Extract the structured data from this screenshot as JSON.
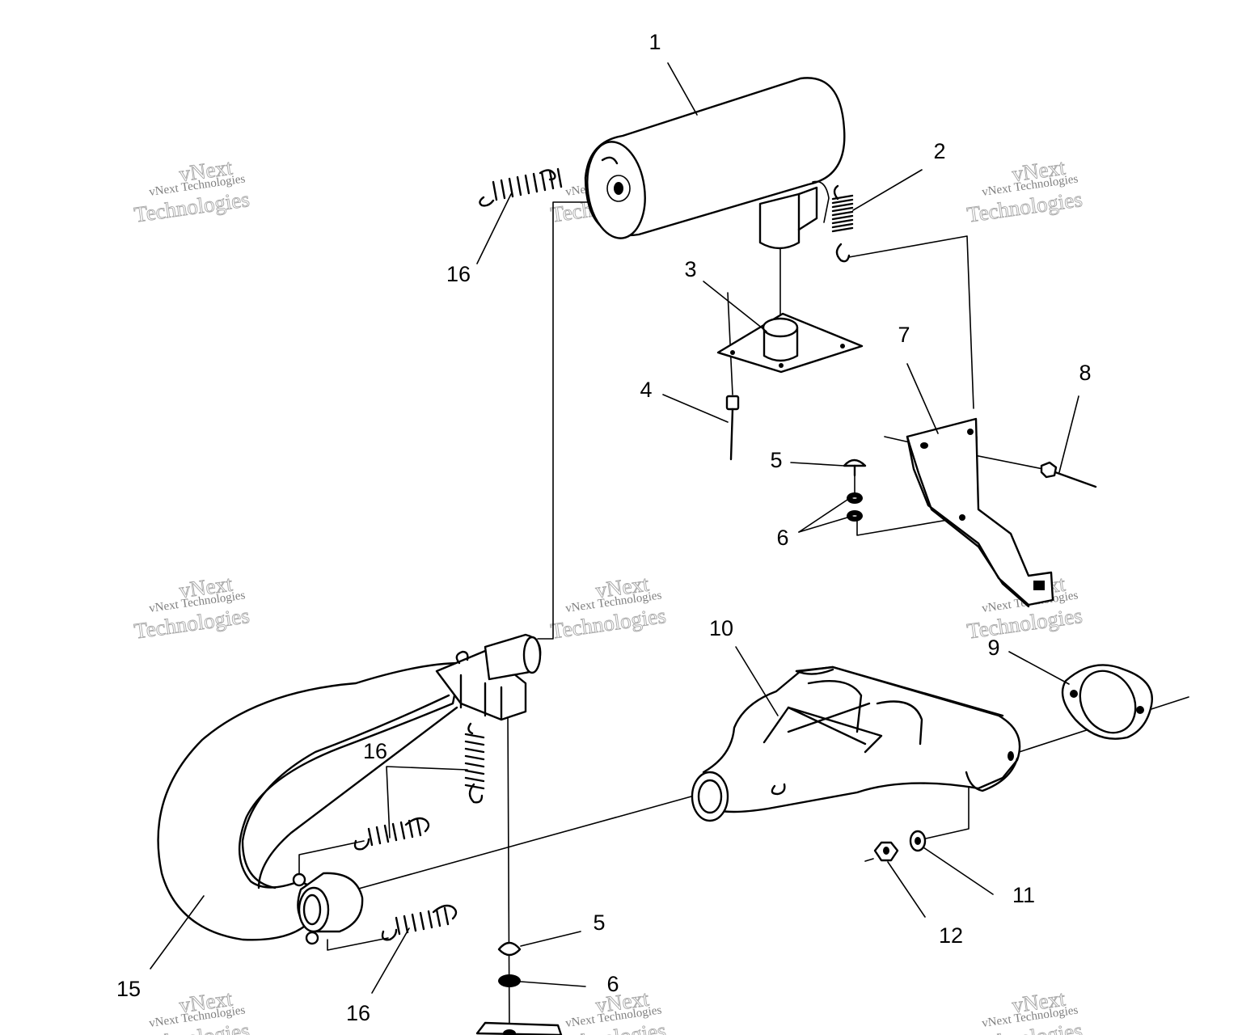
{
  "callouts": {
    "c1": "1",
    "c2": "2",
    "c3": "3",
    "c4": "4",
    "c5a": "5",
    "c5b": "5",
    "c6a": "6",
    "c6b": "6",
    "c7": "7",
    "c8": "8",
    "c9": "9",
    "c10": "10",
    "c11": "11",
    "c12": "12",
    "c15": "15",
    "c16a": "16",
    "c16b": "16",
    "c16c": "16"
  },
  "watermark": {
    "line1": "vNext Technologies",
    "line2": "vNext",
    "line3": "Technologies"
  }
}
